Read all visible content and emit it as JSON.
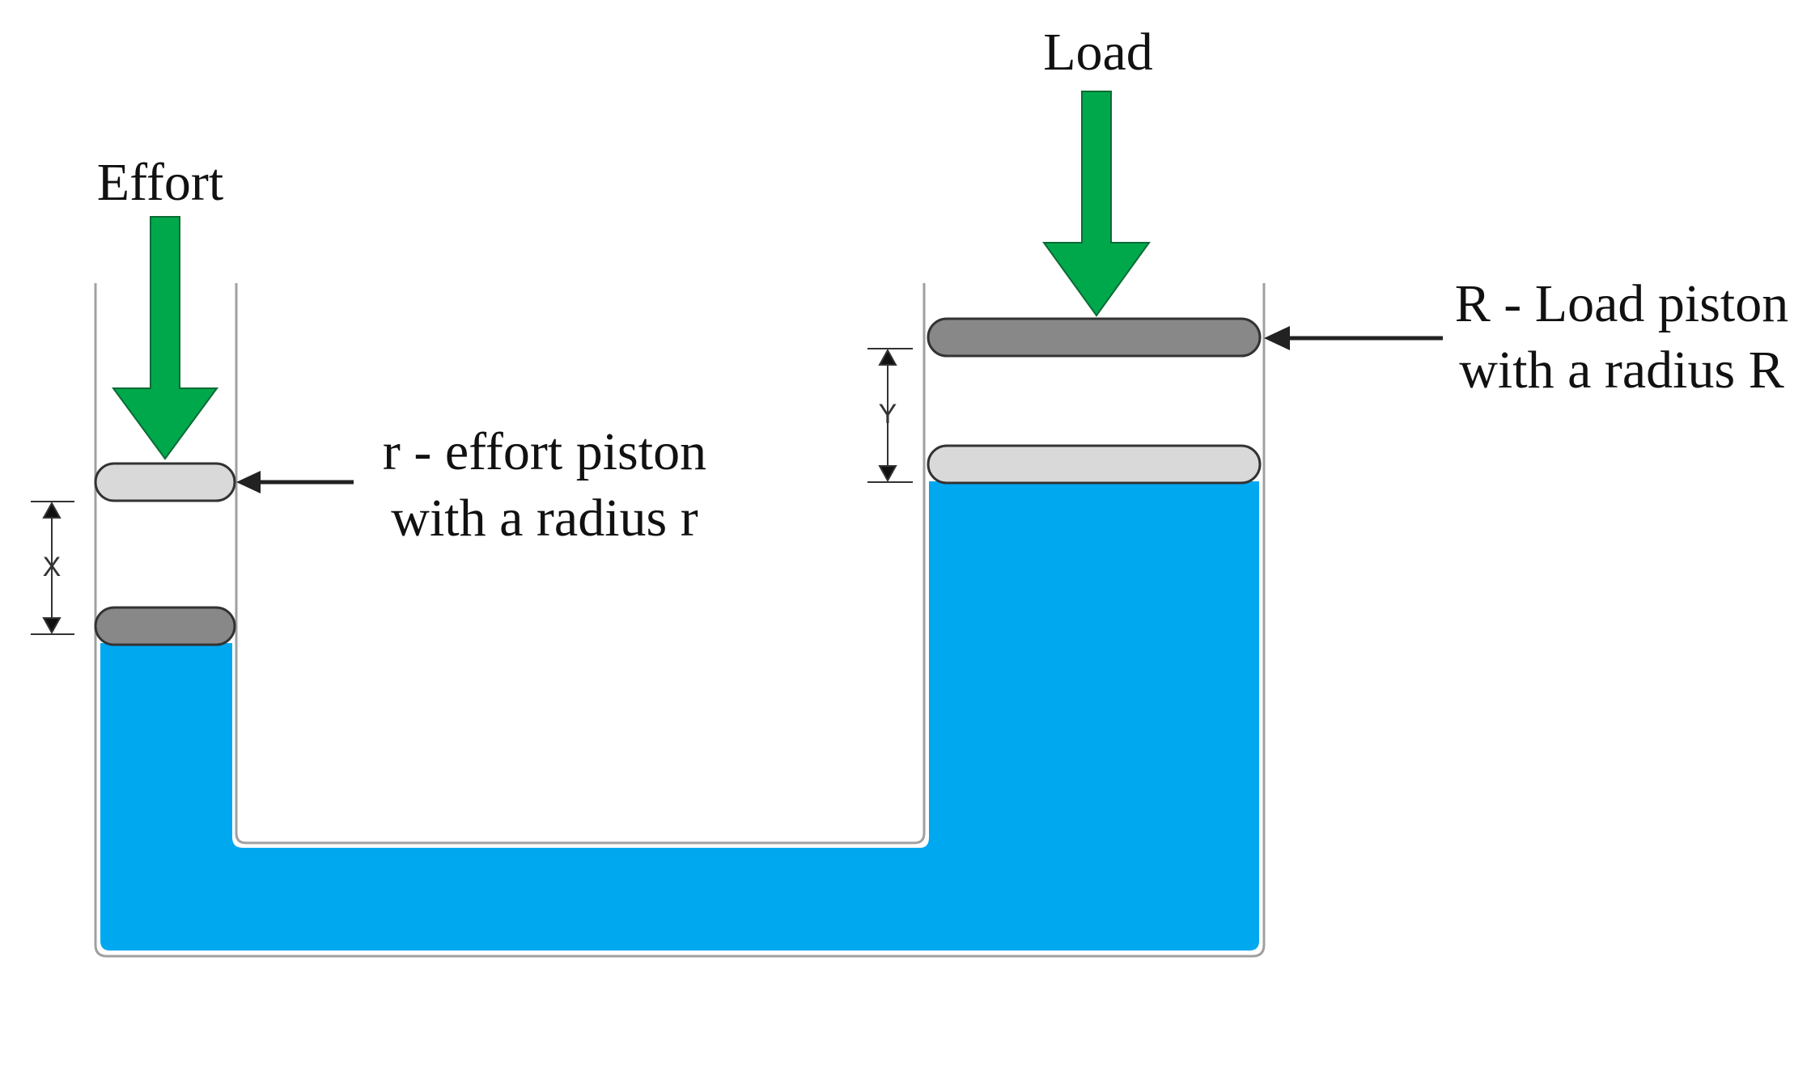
{
  "labels": {
    "effort": "Effort",
    "load": "Load",
    "effort_piston_line1": "r - effort piston",
    "effort_piston_line2": "with a radius r",
    "load_piston_line1": "R - Load piston",
    "load_piston_line2": "with a radius R",
    "dim_x": "X",
    "dim_y": "Y"
  },
  "colors": {
    "fluid": "#00a8f0",
    "force_arrow": "#00a84c",
    "piston_dark": "#888888",
    "piston_light": "#d9d9d9",
    "container_wall": "#a0a0a0",
    "leader_arrow": "#222222"
  },
  "icons": {
    "effort_arrow": "down-arrow-icon",
    "load_arrow": "down-arrow-icon",
    "effort_leader": "left-arrow-icon",
    "load_leader": "left-arrow-icon"
  }
}
